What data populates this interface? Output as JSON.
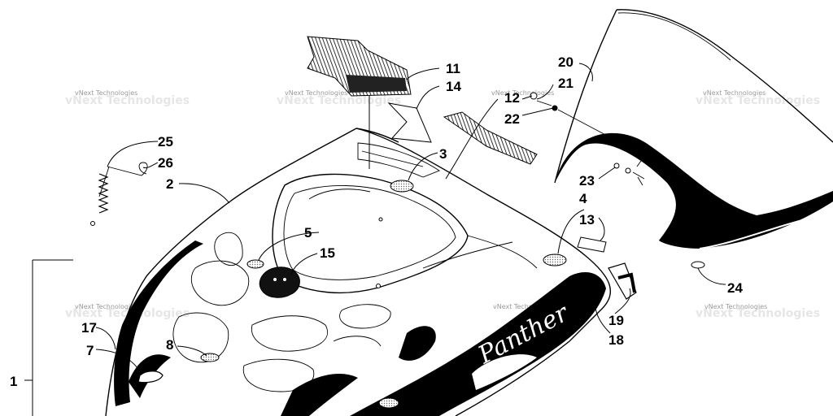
{
  "watermark": "vNext Technologies",
  "brand_decal": "Panther",
  "callouts": {
    "c1": "1",
    "c2": "2",
    "c3": "3",
    "c4": "4",
    "c5": "5",
    "c7": "7",
    "c8": "8",
    "c11": "11",
    "c12": "12",
    "c13": "13",
    "c14": "14",
    "c15": "15",
    "c17": "17",
    "c18": "18",
    "c19": "19",
    "c20": "20",
    "c21": "21",
    "c22": "22",
    "c23": "23",
    "c24": "24",
    "c25": "25",
    "c26": "26"
  },
  "colors": {
    "ink": "#000000",
    "paper": "#ffffff",
    "watermark": "#9a9a9a",
    "decal_fill": "#d0d0d0"
  }
}
